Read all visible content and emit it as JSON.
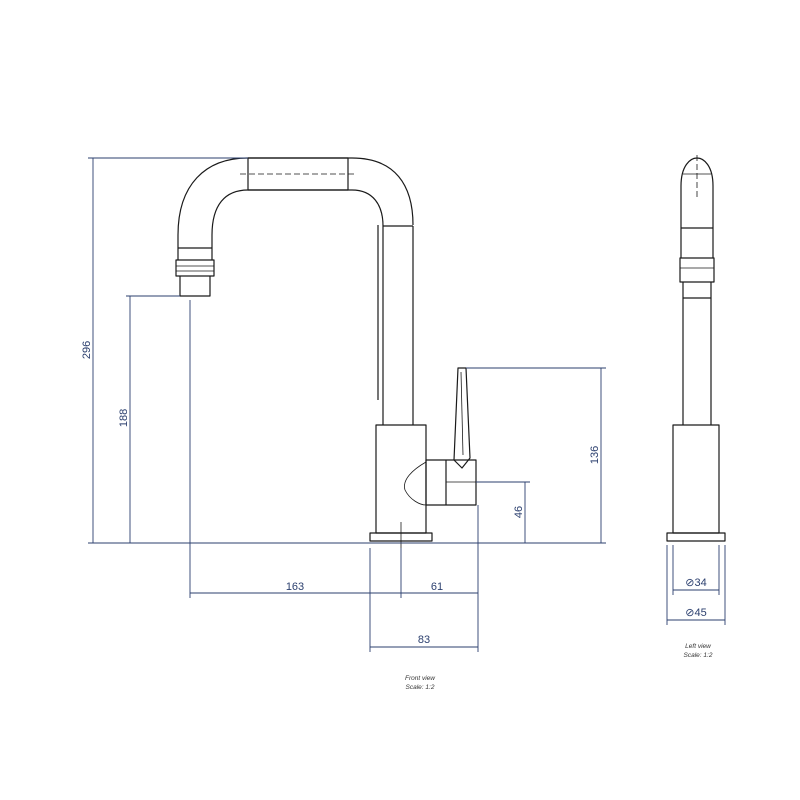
{
  "front_view": {
    "caption": "Front view",
    "scale": "Scale:  1:2",
    "dimensions": {
      "total_height": "296",
      "spout_height": "188",
      "lever_height": "136",
      "body_height": "46",
      "spout_reach": "163",
      "lever_reach": "61",
      "base_width": "83"
    }
  },
  "left_view": {
    "caption": "Left view",
    "scale": "Scale:  1:2",
    "dimensions": {
      "inner_diameter": "⊘34",
      "outer_diameter": "⊘45"
    }
  },
  "colors": {
    "outline": "#1a1a1a",
    "dimension": "#2b3f6e"
  }
}
